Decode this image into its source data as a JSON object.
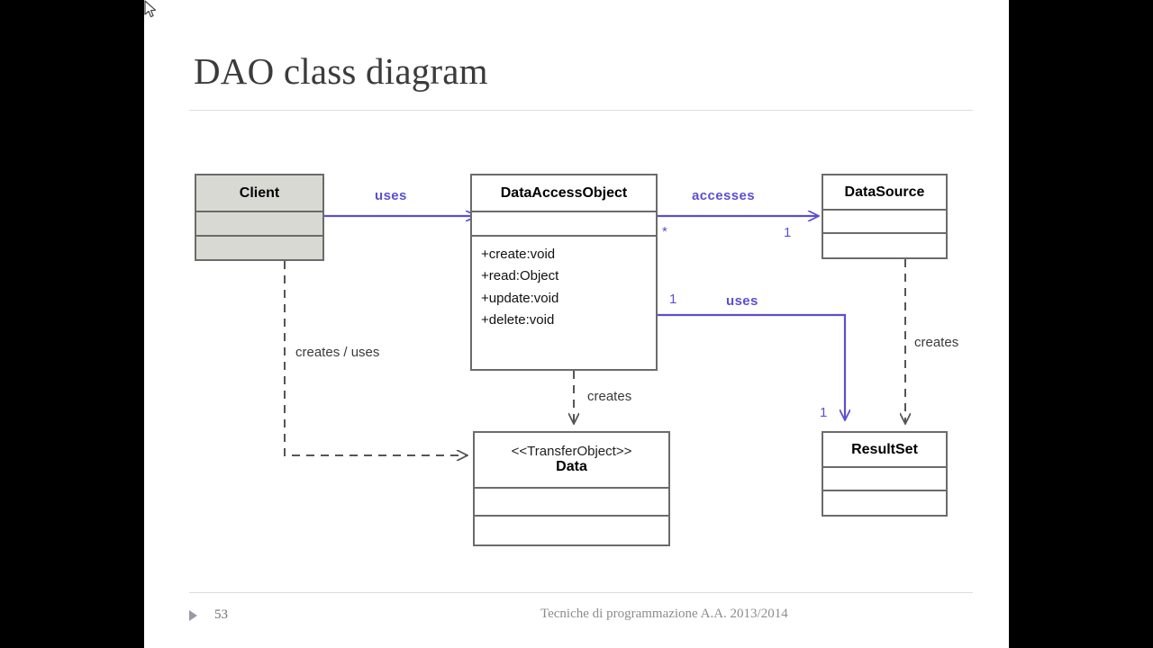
{
  "slide": {
    "title": "DAO class diagram",
    "page_number": "53",
    "footer_text": "Tecniche di programmazione    A.A. 2013/2014"
  },
  "colors": {
    "relation_blue": "#5b4fd0",
    "box_border": "#6b6b6b",
    "filled_box": "#d9d9d4",
    "label_gray": "#3a3a3a",
    "title_gray": "#3b3b3b"
  },
  "classes": [
    {
      "id": "client",
      "name": "Client",
      "stereotype": "",
      "filled": true,
      "operations": []
    },
    {
      "id": "dataaccessobject",
      "name": "DataAccessObject",
      "stereotype": "",
      "filled": false,
      "operations": [
        "+create:void",
        "+read:Object",
        "+update:void",
        "+delete:void"
      ]
    },
    {
      "id": "datasource",
      "name": "DataSource",
      "stereotype": "",
      "filled": false,
      "operations": []
    },
    {
      "id": "data",
      "name": "Data",
      "stereotype": "<<TransferObject>>",
      "filled": false,
      "operations": []
    },
    {
      "id": "resultset",
      "name": "ResultSet",
      "stereotype": "",
      "filled": false,
      "operations": []
    }
  ],
  "relations": [
    {
      "id": "client-uses-dao",
      "label": "uses",
      "kind": "association-blue",
      "from": "Client",
      "to": "DataAccessObject"
    },
    {
      "id": "dao-accesses-ds",
      "label": "accesses",
      "kind": "association-blue",
      "from": "DataAccessObject",
      "to": "DataSource"
    },
    {
      "id": "dao-uses-rs",
      "label": "uses",
      "kind": "association-blue",
      "from": "DataAccessObject",
      "to": "ResultSet"
    },
    {
      "id": "client-creates-data",
      "label": "creates / uses",
      "kind": "dependency-dashed",
      "from": "Client",
      "to": "Data"
    },
    {
      "id": "dao-creates-data",
      "label": "creates",
      "kind": "dependency-dashed",
      "from": "DataAccessObject",
      "to": "Data"
    },
    {
      "id": "ds-creates-rs",
      "label": "creates",
      "kind": "dependency-dashed",
      "from": "DataSource",
      "to": "ResultSet"
    }
  ],
  "multiplicities": {
    "dao_to_datasource_source": "*",
    "dao_to_datasource_target": "1",
    "dao_to_resultset_source": "1",
    "dao_to_resultset_target": "1"
  }
}
